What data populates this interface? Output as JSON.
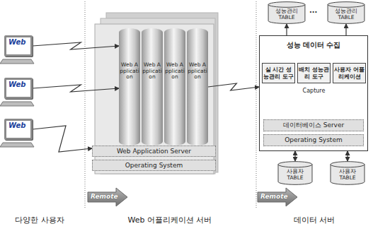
{
  "diagram": {
    "nodes": [
      {
        "text": [
          "Web"
        ]
      },
      {
        "text": [
          "Web"
        ]
      },
      {
        "text": [
          "Web"
        ]
      },
      {
        "text": [
          "Web Application"
        ]
      },
      {
        "text": [
          "Web Application"
        ]
      },
      {
        "text": [
          "Web Application"
        ]
      },
      {
        "text": [
          "Web Application"
        ]
      },
      {
        "text": [
          "Web Application Server"
        ]
      },
      {
        "text": [
          "Operating System"
        ]
      },
      {
        "text": [
          "성능관리 TABLE"
        ]
      },
      {
        "text": [
          "성능관리 TABLE"
        ]
      },
      {
        "text": [
          "성능 데이터 수집"
        ]
      },
      {
        "text": [
          "실 시간 성능관리 도구"
        ],
        "in": 11
      },
      {
        "text": [
          "배치 성능관리 도구"
        ],
        "in": 11
      },
      {
        "text": [
          "사용자 어플리케이션"
        ],
        "in": 11
      },
      {
        "text": [
          "데이터베이스 Server"
        ],
        "in": 11
      },
      {
        "text": [
          "Operating System"
        ],
        "in": 11
      },
      {
        "text": [
          "사용자 TABLE"
        ]
      },
      {
        "text": [
          "사용자 TABLE"
        ]
      }
    ],
    "edges": [
      {
        "from": 0,
        "to": 3,
        "arrow": "to"
      },
      {
        "from": 1,
        "to": 3,
        "arrow": "to"
      },
      {
        "from": 2,
        "to": 7,
        "arrow": "to"
      },
      {
        "from": 6,
        "to": 11,
        "arrow": "to"
      },
      {
        "from": 11,
        "to": 9,
        "arrow": "to"
      },
      {
        "from": 11,
        "to": 10,
        "arrow": "to"
      },
      {
        "from": 11,
        "to": 17,
        "arrow": "both"
      },
      {
        "from": 11,
        "to": 18,
        "arrow": "both"
      },
      {
        "from": 14,
        "to": 12,
        "label": "Capture",
        "arrow": "to"
      }
    ],
    "labels": [
      "...",
      "Remote",
      "Remote",
      "다양한 사용자",
      "Web 어플리케이션 서버",
      "데이터 서버"
    ]
  }
}
